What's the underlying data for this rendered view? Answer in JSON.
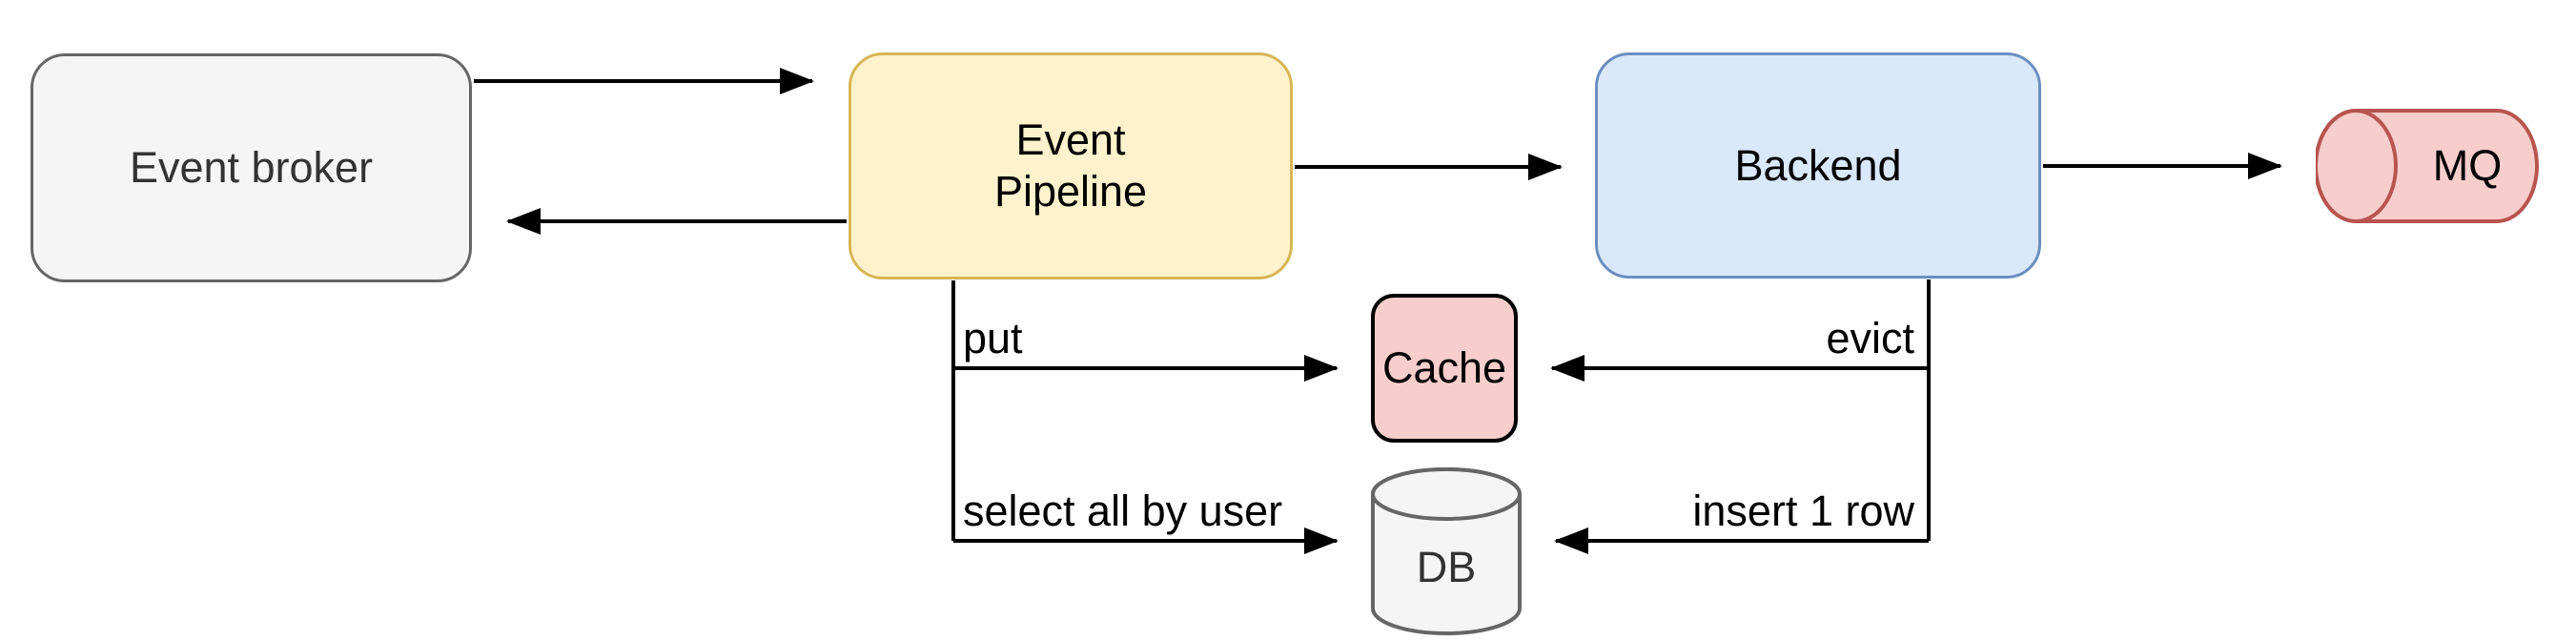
{
  "diagram": {
    "nodes": {
      "event_broker": {
        "label": "Event broker"
      },
      "event_pipeline": {
        "label": "Event Pipeline",
        "line1": "Event",
        "line2": "Pipeline"
      },
      "backend": {
        "label": "Backend"
      },
      "mq": {
        "label": "MQ"
      },
      "cache": {
        "label": "Cache"
      },
      "db": {
        "label": "DB"
      }
    },
    "edge_labels": {
      "put": "put",
      "evict": "evict",
      "select": "select all by user",
      "insert": "insert 1 row"
    },
    "colors": {
      "background": "#ffffff",
      "arrow": "#000000",
      "gray_fill": "#f5f5f5",
      "gray_stroke": "#666666",
      "gray_text": "#333333",
      "yellow_fill": "#fff2cc",
      "yellow_stroke": "#d6b656",
      "blue_fill": "#dae8fc",
      "blue_stroke": "#6c8ebf",
      "red_fill": "#f8cecc",
      "red_stroke": "#b85450",
      "text": "#000000"
    }
  }
}
